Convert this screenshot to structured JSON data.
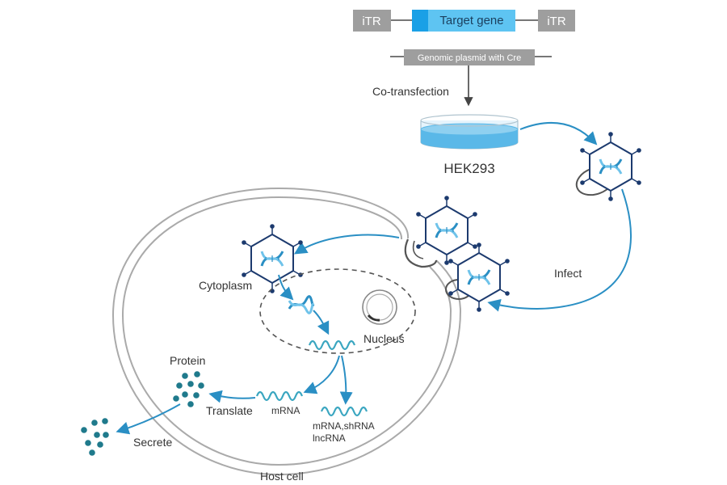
{
  "construct": {
    "itr_left": "iTR",
    "target_gene": "Target gene",
    "itr_right": "iTR",
    "helper_plasmid": "Genomic plasmid with Cre"
  },
  "steps": {
    "co_transfection": "Co-transfection",
    "producer_cell": "HEK293",
    "infect": "Infect"
  },
  "cell": {
    "cytoplasm": "Cytoplasm",
    "nucleus": "Nucleus",
    "host_cell": "Host cell",
    "protein": "Protein",
    "translate": "Translate",
    "mrna": "mRNA",
    "rna_products_line1": "mRNA,shRNA",
    "rna_products_line2": "lncRNA",
    "secrete": "Secrete"
  },
  "colors": {
    "box_gray": "#9e9e9e",
    "gene_light_blue": "#5ec4f2",
    "gene_dark_blue": "#1aa0e6",
    "arrow_blue": "#2a8fc4",
    "virus_navy": "#1c3a6e",
    "protein_teal": "#1f7a8c",
    "rna_teal": "#3aa6c0",
    "membrane_gray": "#aaaaaa"
  },
  "icons": {
    "virus": "aav-virus-icon",
    "dish": "petri-dish-icon",
    "dna": "dna-helix-icon",
    "protein": "protein-dots-icon"
  }
}
